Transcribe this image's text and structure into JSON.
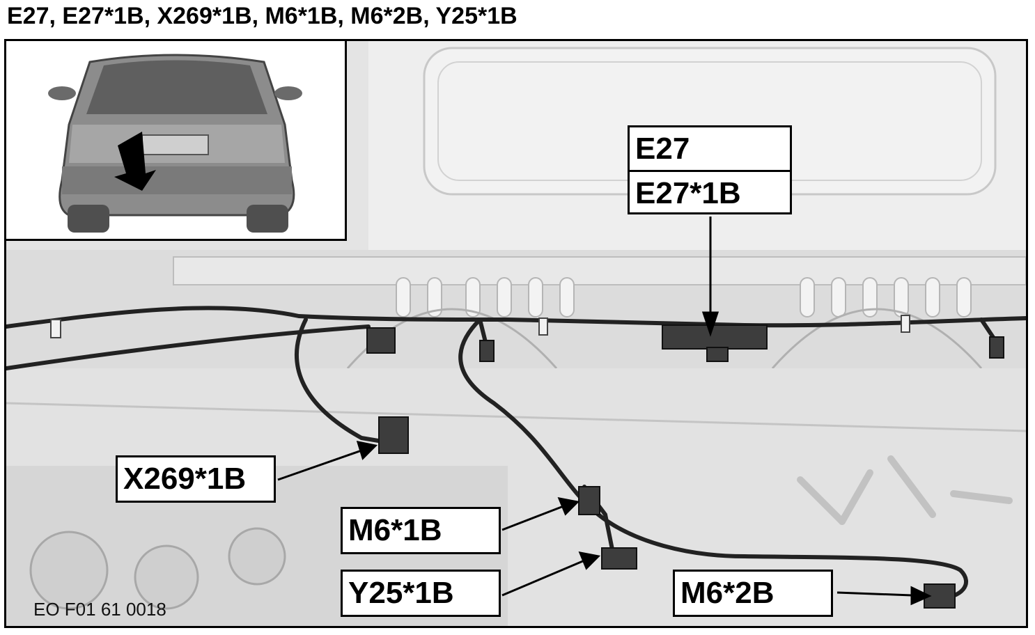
{
  "title": "E27, E27*1B, X269*1B, M6*1B, M6*2B, Y25*1B",
  "labels": {
    "e27": "E27",
    "e27_1b": "E27*1B",
    "x269_1b": "X269*1B",
    "m6_1b": "M6*1B",
    "y25_1b": "Y25*1B",
    "m6_2b": "M6*2B"
  },
  "figure_code": "EO F01 61 0018",
  "icons": {
    "car": "car-rear-icon",
    "arrow": "location-arrow-icon"
  }
}
